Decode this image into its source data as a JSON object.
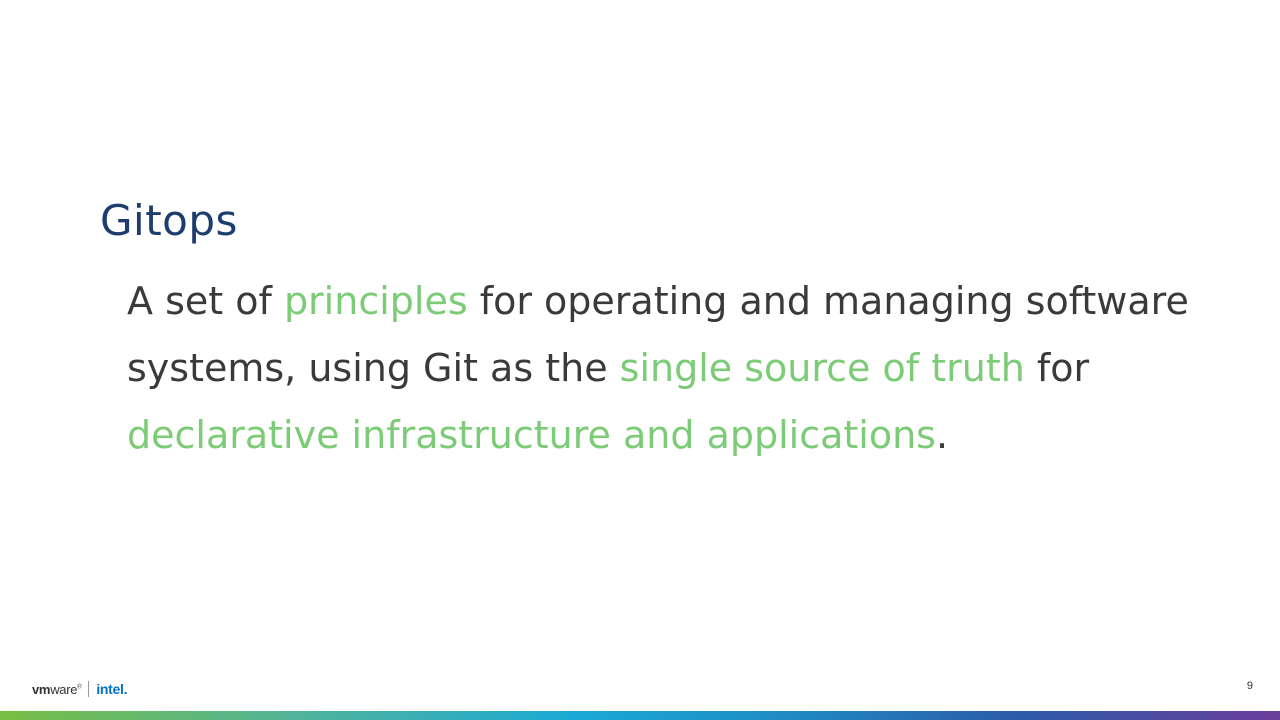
{
  "slide": {
    "title": "Gitops",
    "body": {
      "segments": [
        {
          "text": "A set of ",
          "highlight": false
        },
        {
          "text": "principles",
          "highlight": true
        },
        {
          "text": " for operating and managing software systems, using Git as the ",
          "highlight": false
        },
        {
          "text": "single source of truth",
          "highlight": true
        },
        {
          "text": " for ",
          "highlight": false
        },
        {
          "text": "declarative infrastructure and applications",
          "highlight": true
        },
        {
          "text": ".",
          "highlight": false
        }
      ]
    },
    "page_number": "9"
  },
  "footer": {
    "vmware_prefix": "vm",
    "vmware_suffix": "ware",
    "trademark": "®",
    "intel_label": "intel."
  },
  "colors": {
    "title": "#1d3d6e",
    "body_text": "#3a3a3a",
    "highlight": "#7ccb76",
    "intel_blue": "#0071c5"
  },
  "icons": {
    "vmware_logo": "vmware-logo-icon",
    "intel_logo": "intel-logo-icon"
  }
}
